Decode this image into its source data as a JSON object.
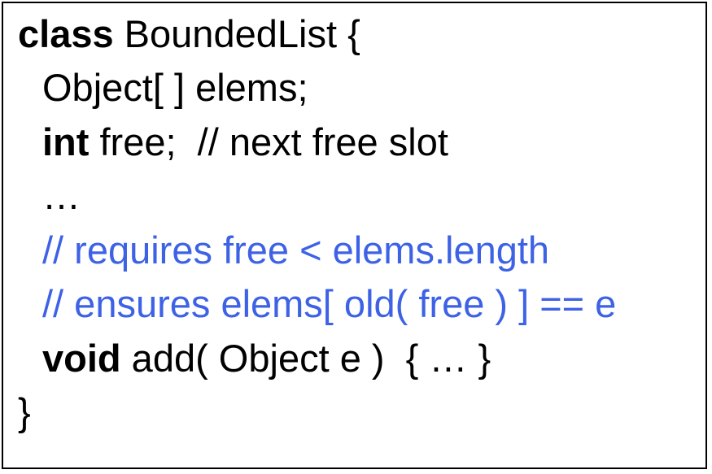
{
  "colors": {
    "text": "#000000",
    "comment": "#3d62e6",
    "border": "#000000",
    "background": "#ffffff"
  },
  "code": {
    "line1": {
      "keyword": "class",
      "text": " BoundedList {"
    },
    "line2": {
      "text": "Object[ ] elems;"
    },
    "line3": {
      "keyword": "int",
      "text": " free;  // next free slot"
    },
    "line4": {
      "text": "…"
    },
    "line5": {
      "comment": "// requires free < elems.length"
    },
    "line6": {
      "comment": "// ensures elems[ old( free ) ] == e"
    },
    "line7": {
      "keyword": "void",
      "text": " add( Object e )  { … }"
    },
    "line8": {
      "text": "}"
    }
  }
}
